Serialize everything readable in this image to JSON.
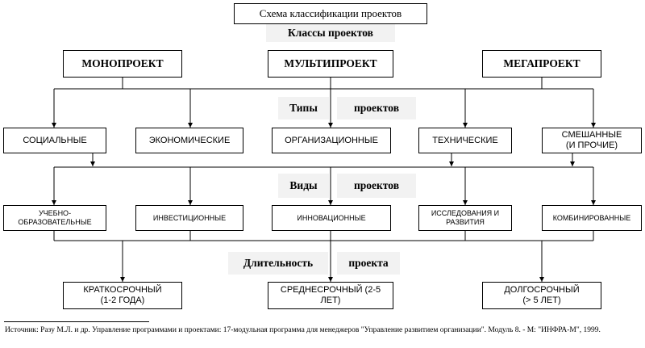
{
  "title": "Схема классификации проектов",
  "sections": {
    "classes": "Классы проектов",
    "types_1": "Типы",
    "types_2": "проектов",
    "kinds_1": "Виды",
    "kinds_2": "проектов",
    "duration_1": "Длительность",
    "duration_2": "проекта"
  },
  "classes": [
    "МОНОПРОЕКТ",
    "МУЛЬТИПРОЕКТ",
    "МЕГАПРОЕКТ"
  ],
  "types": [
    "СОЦИАЛЬНЫЕ",
    "ЭКОНОМИЧЕСКИЕ",
    "ОРГАНИЗАЦИОННЫЕ",
    "ТЕХНИЧЕСКИЕ",
    "СМЕШАННЫЕ",
    "(И ПРОЧИЕ)"
  ],
  "kinds": [
    "УЧЕБНО-",
    "ОБРАЗОВАТЕЛЬНЫЕ",
    "ИНВЕСТИЦИОННЫЕ",
    "ИННОВАЦИОННЫЕ",
    "ИССЛЕДОВАНИЯ И",
    "РАЗВИТИЯ",
    "КОМБИНИРОВАННЫЕ"
  ],
  "durations": [
    "КРАТКОСРОЧНЫЙ",
    "(1-2 ГОДА)",
    "СРЕДНЕСРОЧНЫЙ (2-5",
    "ЛЕТ)",
    "ДОЛГОСРОЧНЫЙ",
    "(> 5 ЛЕТ)"
  ],
  "source": "Источник: Разу М.Л. и др. Управление программами и проектами: 17-модульная программа для менеджеров \"Управление развитием организации\". Модуль 8. - М: \"ИНФРА-М\", 1999."
}
